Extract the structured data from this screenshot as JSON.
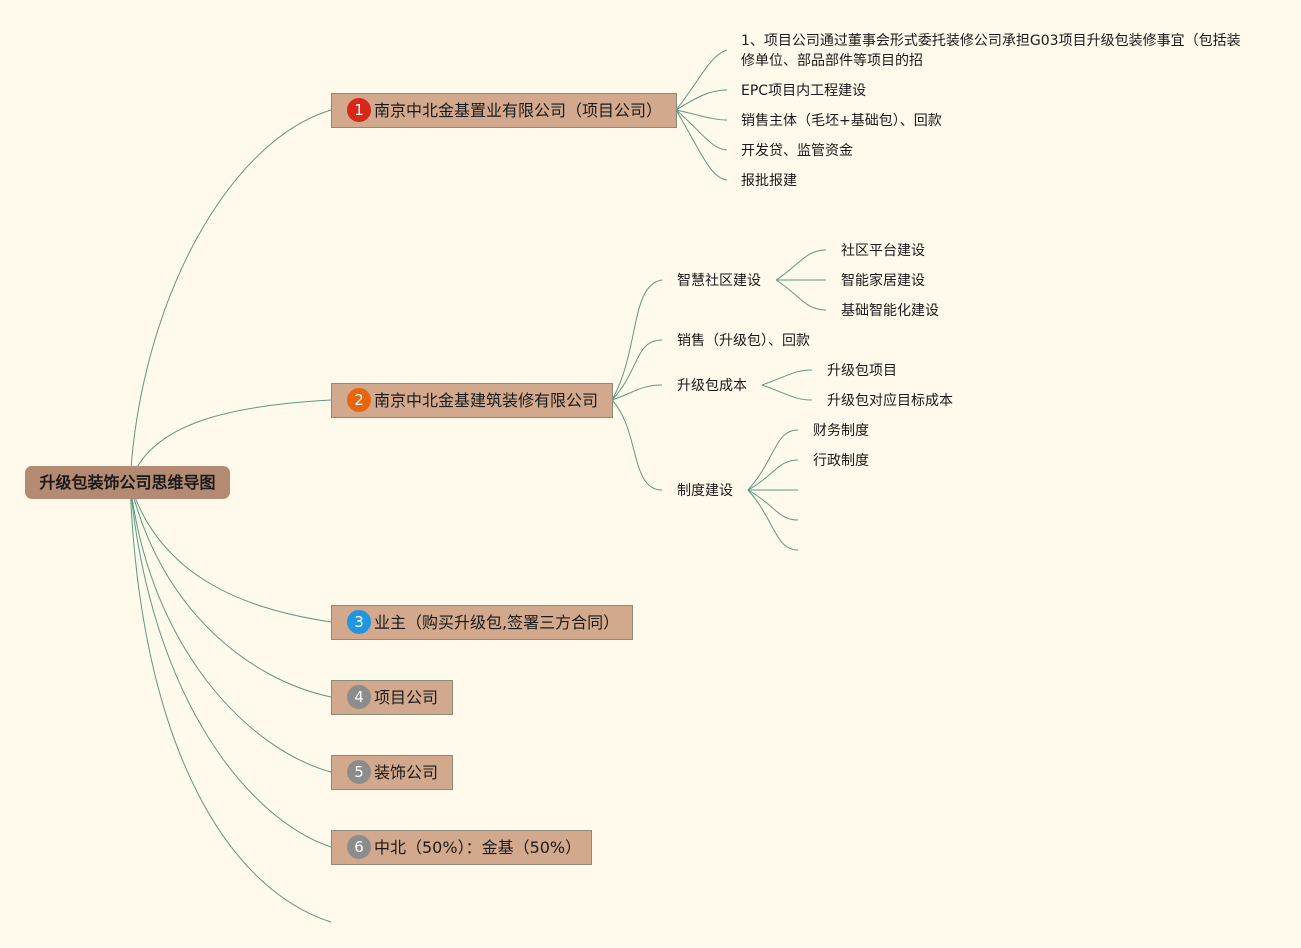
{
  "root": {
    "label": "升级包装饰公司思维导图"
  },
  "branches": [
    {
      "label": "南京中北金基置业有限公司（项目公司）",
      "badge": "1",
      "badge_color": "#d8261b",
      "children": [
        "1、项目公司通过董事会形式委托装修公司承担G03项目升级包装修事宜（包括装修单位、部品部件等项目的招",
        "EPC项目内工程建设",
        "销售主体（毛坯+基础包）、回款",
        "开发贷、监管资金",
        "报批报建"
      ]
    },
    {
      "label": "南京中北金基建筑装修有限公司",
      "badge": "2",
      "badge_color": "#e8650f",
      "children": [
        {
          "label": "智慧社区建设",
          "children": [
            "社区平台建设",
            "智能家居建设",
            "基础智能化建设"
          ]
        },
        {
          "label": "销售（升级包）、回款"
        },
        {
          "label": "升级包成本",
          "children": [
            "升级包项目",
            "升级包对应目标成本"
          ]
        },
        {
          "label": "制度建设",
          "children": [
            "财务制度",
            "行政制度",
            "",
            "",
            ""
          ]
        }
      ]
    },
    {
      "label": "业主（购买升级包,签署三方合同）",
      "badge": "3",
      "badge_color": "#2196e0"
    },
    {
      "label": "项目公司",
      "badge": "4",
      "badge_color": "#8c8c8c"
    },
    {
      "label": "装饰公司",
      "badge": "5",
      "badge_color": "#8c8c8c"
    },
    {
      "label": "中北（50%）：金基（50%）",
      "badge": "6",
      "badge_color": "#8c8c8c"
    }
  ]
}
